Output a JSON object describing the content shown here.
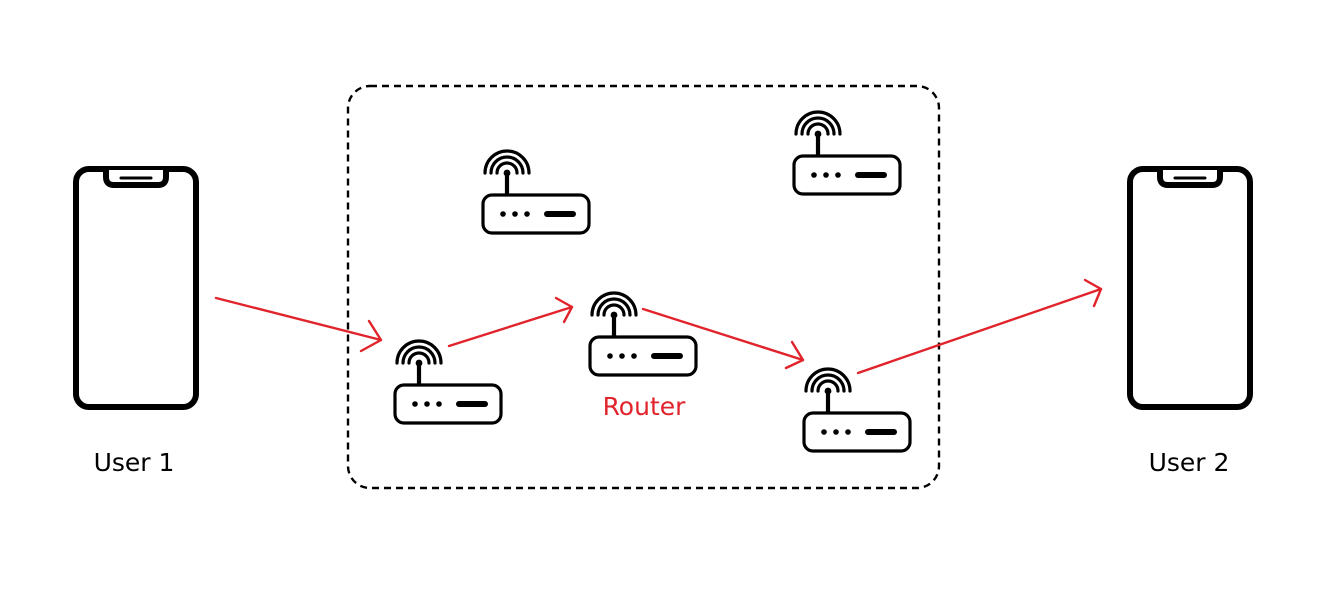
{
  "users": [
    {
      "label": "User 1"
    },
    {
      "label": "User 2"
    }
  ],
  "router_label": "Router",
  "colors": {
    "accent": "#e1232b",
    "ink": "#000000",
    "background": "#ffffff"
  },
  "icons": {
    "phone": "smartphone-icon",
    "router": "wifi-router-icon"
  }
}
